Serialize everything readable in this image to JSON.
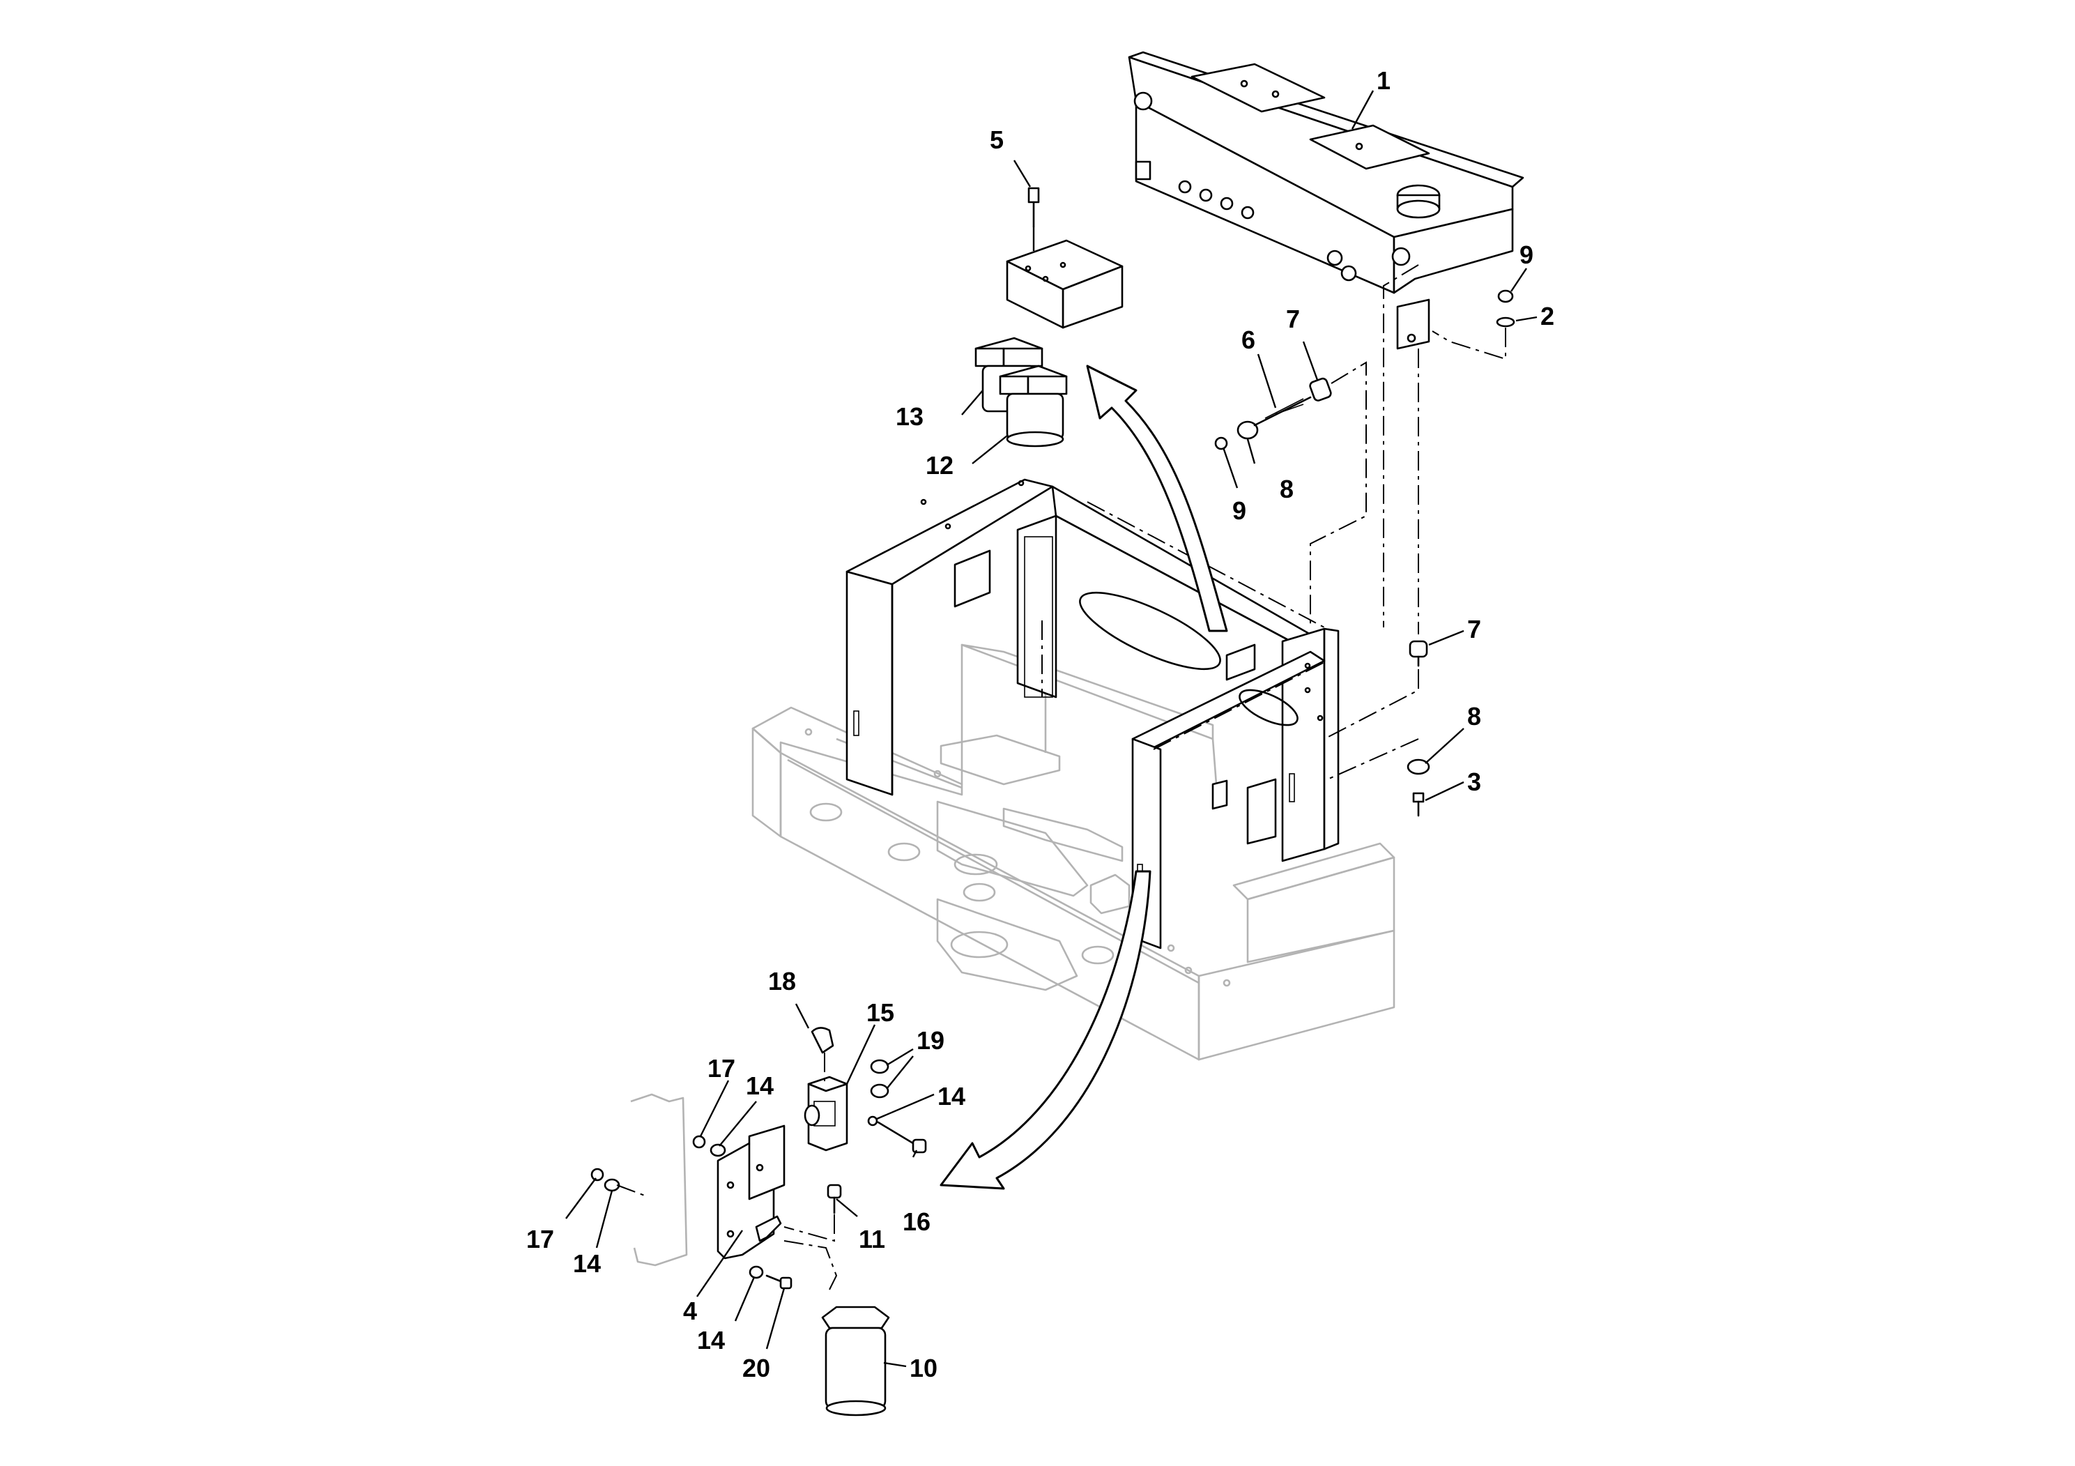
{
  "colors": {
    "line": "#000000",
    "ghost": "#b3b3b3",
    "background": "#ffffff"
  },
  "labels": {
    "tank": "1",
    "tank_washer": "2",
    "lower_bolt": "3",
    "bracket_plate": "4",
    "mount_bolt": "5",
    "stud": "6",
    "grommet_top": "7",
    "grommet_bottom": "7",
    "washer_mid": "8",
    "washer_bottom": "8",
    "nut_top": "9",
    "nut_mid": "9",
    "filter_canister": "10",
    "plate_bolt": "11",
    "filter_front": "12",
    "filter_rear": "13",
    "washer_plate_top": "14",
    "washer_block": "14",
    "washer_left": "14",
    "washer_bottom_plate": "14",
    "manifold_block": "15",
    "long_bolt": "16",
    "nut_plate": "17",
    "nut_left": "17",
    "elbow_fitting": "18",
    "adapters": "19",
    "bottom_bolt": "20"
  }
}
